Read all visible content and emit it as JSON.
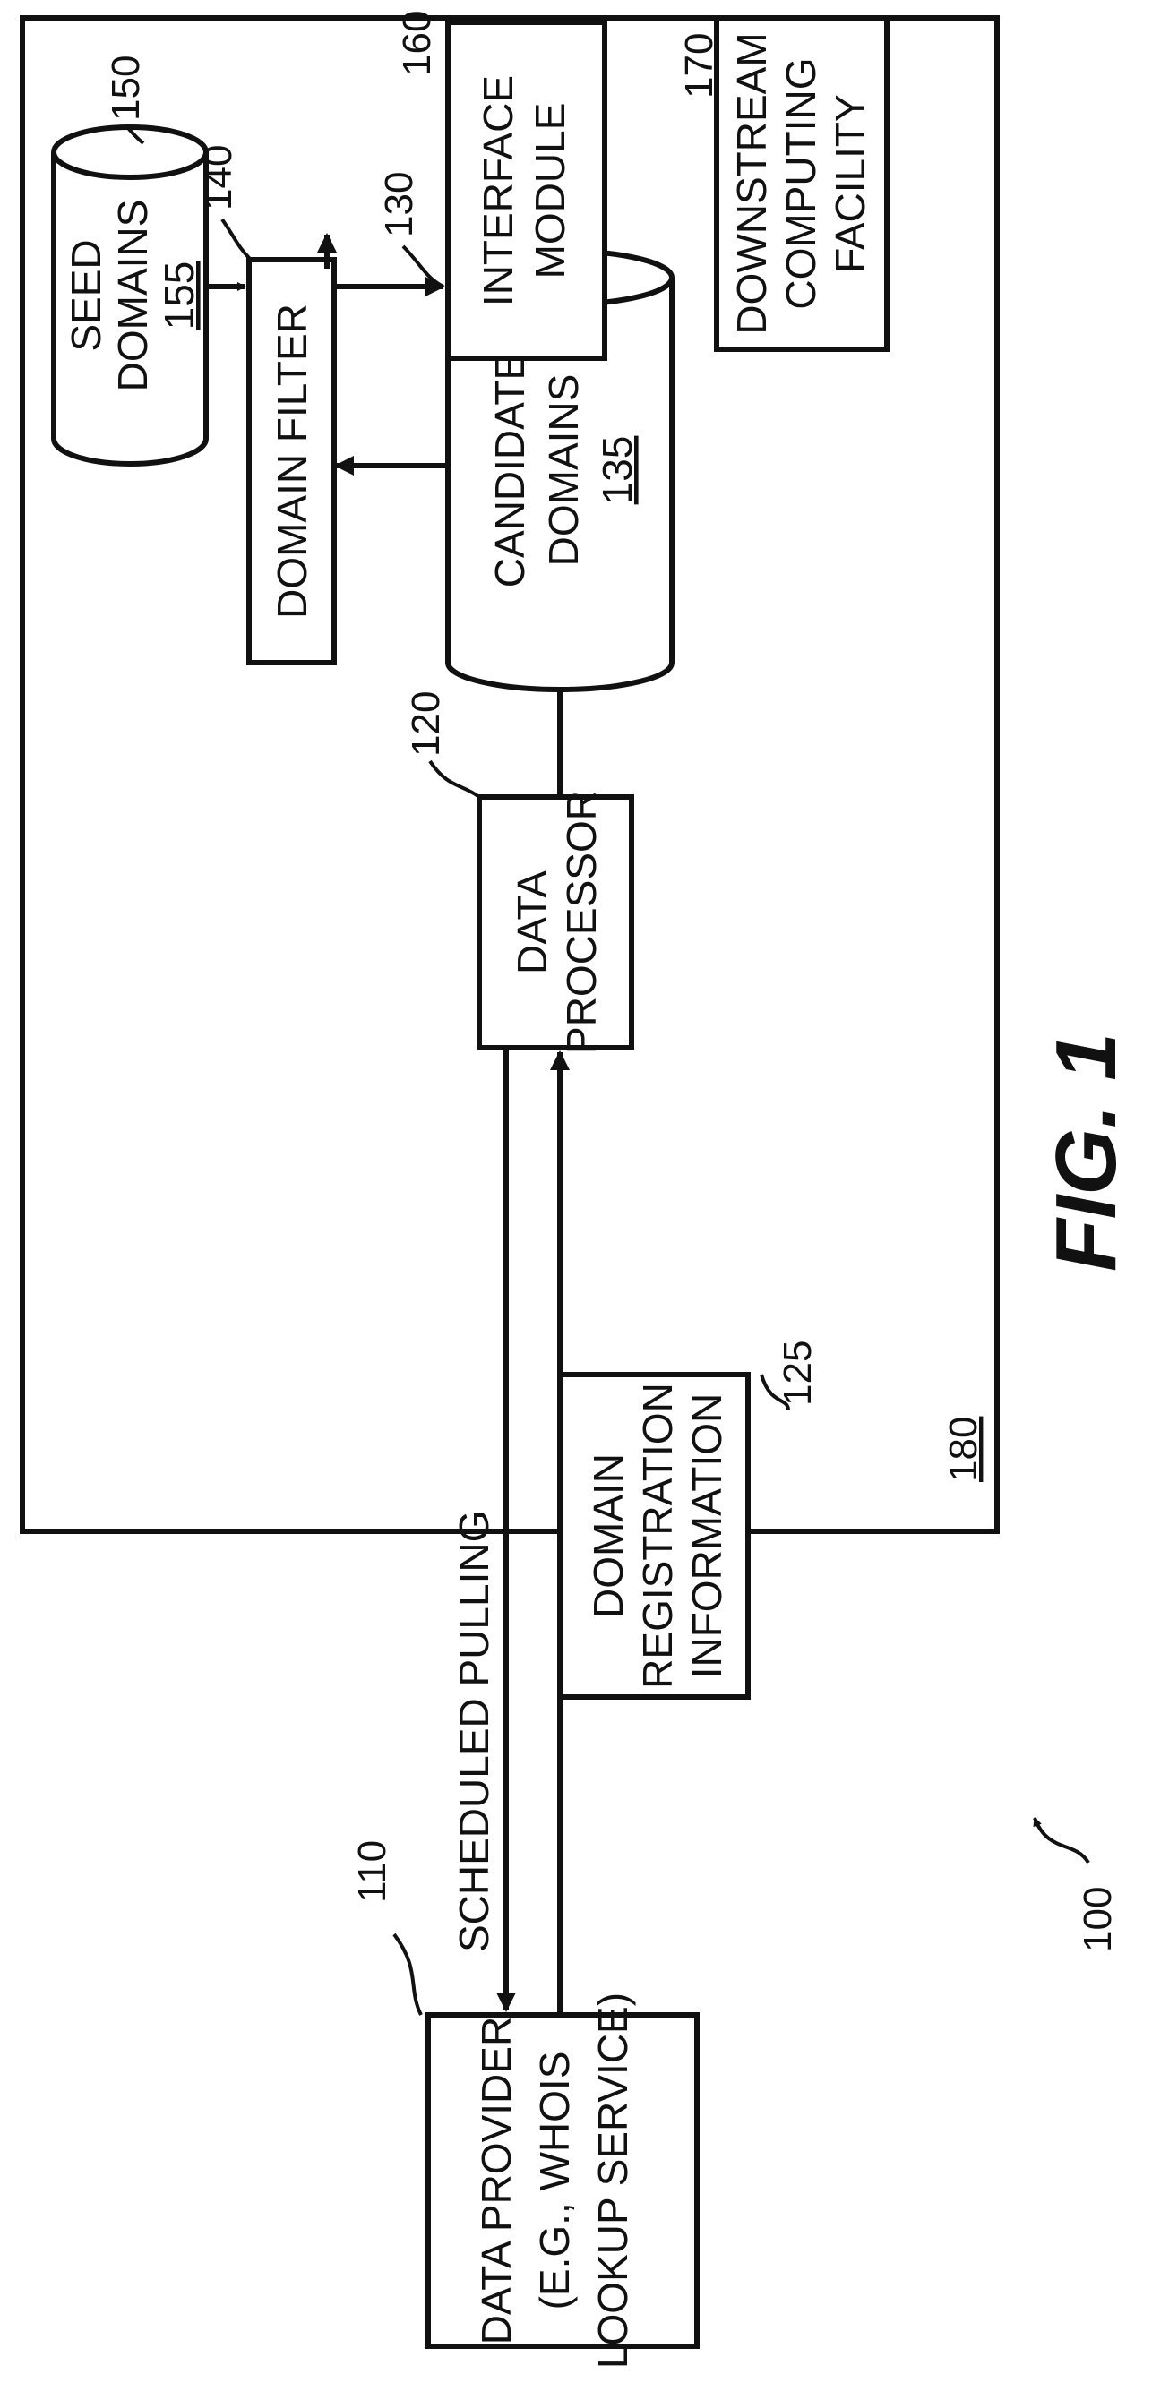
{
  "figure_label": "FIG. 1",
  "system_ref": "100",
  "environment_ref": "180",
  "nodes": {
    "data_provider": {
      "ref": "110",
      "lines": [
        "DATA PROVIDER",
        "(E.G., WHOIS",
        "LOOKUP SERVICE)"
      ]
    },
    "domain_registration": {
      "ref": "125",
      "lines": [
        "DOMAIN",
        "REGISTRATION",
        "INFORMATION"
      ]
    },
    "data_processor": {
      "ref": "120",
      "lines": [
        "DATA",
        "PROCESSOR"
      ]
    },
    "candidate_domains": {
      "ref": "130",
      "lines": [
        "CANDIDATE",
        "DOMAINS"
      ],
      "sub_ref": "135"
    },
    "domain_filter": {
      "ref": "140",
      "lines": [
        "DOMAIN FILTER"
      ]
    },
    "seed_domains": {
      "ref": "150",
      "lines": [
        "SEED",
        "DOMAINS"
      ],
      "sub_ref": "155"
    },
    "interface_module": {
      "ref": "160",
      "lines": [
        "INTERFACE",
        "MODULE"
      ]
    },
    "downstream_facility": {
      "ref": "170",
      "lines": [
        "DOWNSTREAM",
        "COMPUTING",
        "FACILITY"
      ]
    }
  },
  "edges": {
    "scheduled_pulling": "SCHEDULED PULLING"
  }
}
